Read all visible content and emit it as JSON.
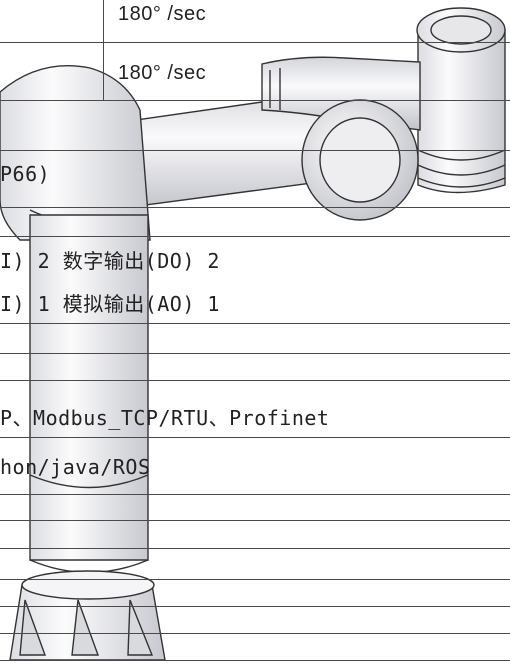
{
  "spec_table": {
    "rows": [
      {
        "text": "180° /sec"
      },
      {
        "text": "180° /sec"
      },
      {
        "text": "P66)"
      },
      {
        "text": "I) 2 数字输出(DO) 2"
      },
      {
        "text": "I) 1 模拟输出(AO) 1"
      },
      {
        "text": "P、Modbus_TCP/RTU、Profinet"
      },
      {
        "text": "hon/java/ROS"
      }
    ]
  },
  "image": {
    "subject": "robot-arm",
    "line_color": "#4a4a4a",
    "body_color": "#f2f2f4"
  }
}
